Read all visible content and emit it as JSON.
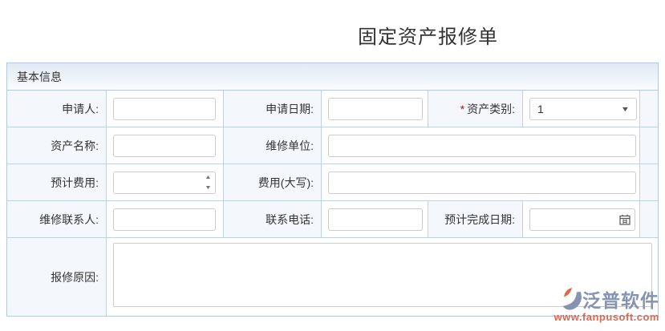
{
  "page": {
    "title": "固定资产报修单"
  },
  "section": {
    "title": "基本信息"
  },
  "fields": {
    "applicant": {
      "label": "申请人:"
    },
    "apply_date": {
      "label": "申请日期:"
    },
    "asset_category": {
      "label": "资产类别:",
      "required_mark": "*",
      "value": "1"
    },
    "asset_name": {
      "label": "资产名称:"
    },
    "repair_unit": {
      "label": "维修单位:"
    },
    "estimated_cost": {
      "label": "预计费用:"
    },
    "cost_in_words": {
      "label": "费用(大写):"
    },
    "repair_contact": {
      "label": "维修联系人:"
    },
    "contact_phone": {
      "label": "联系电话:"
    },
    "expected_complete_date": {
      "label": "预计完成日期:"
    },
    "repair_reason": {
      "label": "报修原因:"
    }
  },
  "icons": {
    "dropdown_glyph": "▼",
    "spinner_up_glyph": "▲",
    "spinner_down_glyph": "▼",
    "calendar_icon": "calendar-icon"
  },
  "footer": {
    "brand": "泛普软件",
    "website": "www.fanpusoft.com"
  },
  "colors": {
    "table_border": "#b4c7dd",
    "label_cell_bg": "#f4f8fd",
    "header_gradient_top": "#e3eaf5",
    "header_gradient_bottom": "#fafcfe",
    "input_border": "#cccccc",
    "required_mark": "#e60000",
    "brand_text": "#8694b2",
    "brand_accent": "#e0674c",
    "title_text": "#333333"
  }
}
